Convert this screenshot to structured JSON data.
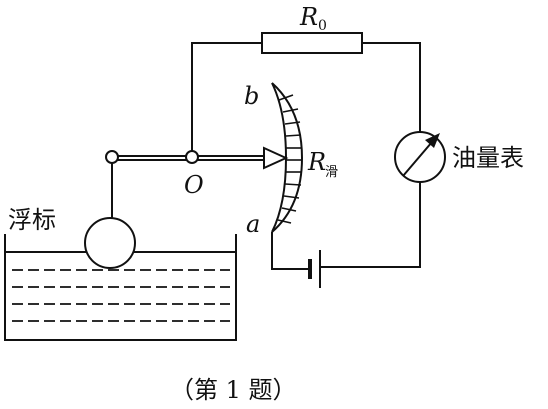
{
  "labels": {
    "r0_main": "R",
    "r0_sub": "0",
    "b": "b",
    "a": "a",
    "o": "O",
    "rslide_main": "R",
    "rslide_sub": "滑",
    "meter": "油量表",
    "float": "浮标"
  },
  "caption": "（第 1 题）"
}
